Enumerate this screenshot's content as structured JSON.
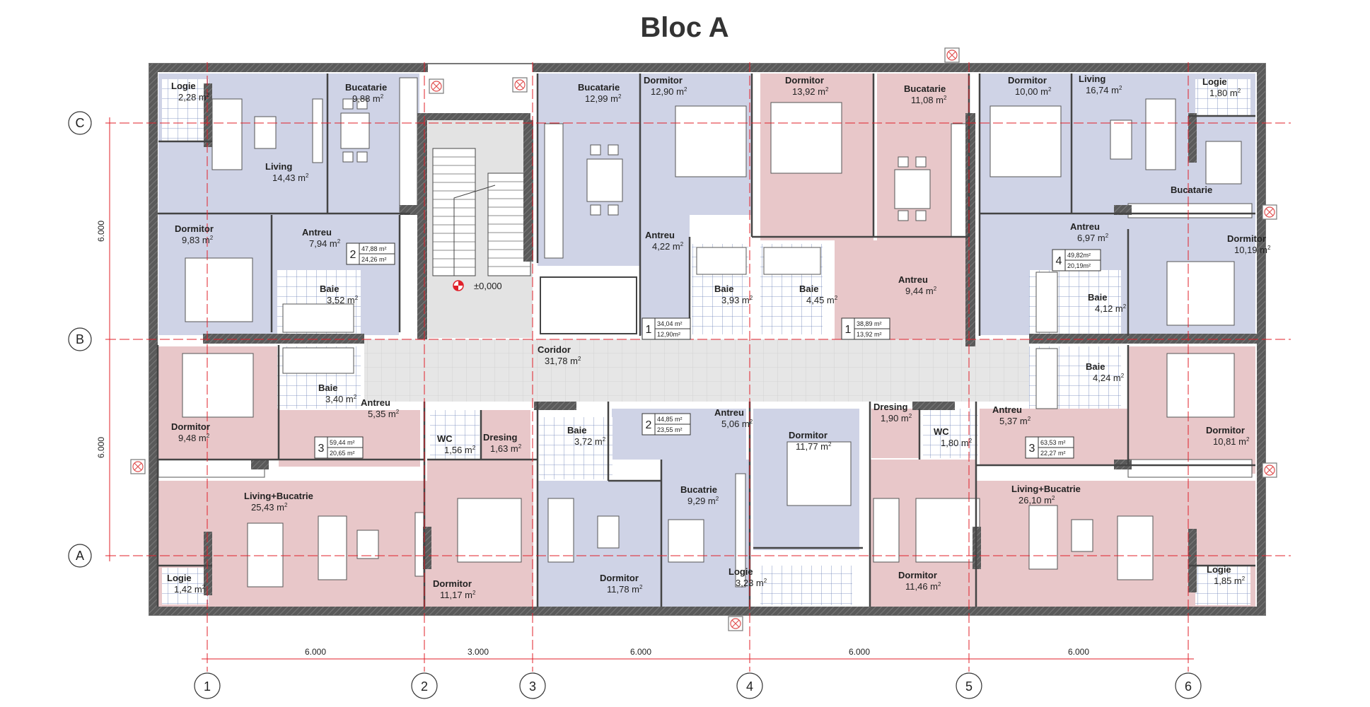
{
  "title": "Bloc A",
  "level_mark": "±0,000",
  "axes": {
    "rows": [
      "C",
      "B",
      "A"
    ],
    "columns": [
      "1",
      "2",
      "3",
      "4",
      "5",
      "6"
    ],
    "vertical_dims": [
      "6.000",
      "6.000"
    ],
    "horizontal_dims": [
      "6.000",
      "3.000",
      "6.000",
      "6.000",
      "6.000"
    ]
  },
  "rooms": [
    {
      "name": "Logie",
      "area": "2,28"
    },
    {
      "name": "Living",
      "area": "14,43"
    },
    {
      "name": "Bucatarie",
      "area": "9,88"
    },
    {
      "name": "Dormitor",
      "area": "9,83"
    },
    {
      "name": "Antreu",
      "area": "7,94"
    },
    {
      "name": "Baie",
      "area": "3,52"
    },
    {
      "name": "Bucatarie",
      "area": "12,99"
    },
    {
      "name": "Dormitor",
      "area": "12,90"
    },
    {
      "name": "Antreu",
      "area": "4,22"
    },
    {
      "name": "Baie",
      "area": "3,93"
    },
    {
      "name": "Dormitor",
      "area": "13,92"
    },
    {
      "name": "Baie",
      "area": "4,45"
    },
    {
      "name": "Bucatarie",
      "area": "11,08"
    },
    {
      "name": "Antreu",
      "area": "9,44"
    },
    {
      "name": "Dormitor",
      "area": "10,00"
    },
    {
      "name": "Living",
      "area": "16,74"
    },
    {
      "name": "Logie",
      "area": "1,80"
    },
    {
      "name": "Bucatarie",
      "area": ""
    },
    {
      "name": "Antreu",
      "area": "6,97"
    },
    {
      "name": "Dormitor",
      "area": "10,19"
    },
    {
      "name": "Baie",
      "area": "4,12"
    },
    {
      "name": "Coridor",
      "area": "31,78"
    },
    {
      "name": "Baie",
      "area": "3,40"
    },
    {
      "name": "Dormitor",
      "area": "9,48"
    },
    {
      "name": "Antreu",
      "area": "5,35"
    },
    {
      "name": "WC",
      "area": "1,56"
    },
    {
      "name": "Dresing",
      "area": "1,63"
    },
    {
      "name": "Baie",
      "area": "3,72"
    },
    {
      "name": "Antreu",
      "area": "5,06"
    },
    {
      "name": "Dormitor",
      "area": "11,77"
    },
    {
      "name": "Dresing",
      "area": "1,90"
    },
    {
      "name": "WC",
      "area": "1,80"
    },
    {
      "name": "Antreu",
      "area": "5,37"
    },
    {
      "name": "Baie",
      "area": "4,24"
    },
    {
      "name": "Dormitor",
      "area": "10,81"
    },
    {
      "name": "Living+Bucatrie",
      "area": "25,43"
    },
    {
      "name": "Bucatrie",
      "area": "9,29"
    },
    {
      "name": "Living+Bucatrie",
      "area": "26,10"
    },
    {
      "name": "Logie",
      "area": "1,42"
    },
    {
      "name": "Dormitor",
      "area": "11,17"
    },
    {
      "name": "Dormitor",
      "area": "11,78"
    },
    {
      "name": "Logie",
      "area": "3,23"
    },
    {
      "name": "Dormitor",
      "area": "11,46"
    },
    {
      "name": "Logie",
      "area": "1,85"
    }
  ],
  "area_unit": "m",
  "area_unit_exp": "2",
  "apartments": [
    {
      "rooms": "2",
      "total": "47,88 m²",
      "living": "24,26 m²"
    },
    {
      "rooms": "1",
      "total": "34,04 m²",
      "living": "12,90m²"
    },
    {
      "rooms": "1",
      "total": "38,89 m²",
      "living": "13,92 m²"
    },
    {
      "rooms": "4",
      "total": "49,82m²",
      "living": "20,19m²"
    },
    {
      "rooms": "3",
      "total": "59,44 m²",
      "living": "20,65 m²"
    },
    {
      "rooms": "2",
      "total": "44,85 m²",
      "living": "23,55 m²"
    },
    {
      "rooms": "3",
      "total": "63,53 m²",
      "living": "22,27 m²"
    }
  ],
  "colors": {
    "blue_zone": "#cfd3e6",
    "pink_zone": "#e8c7c9",
    "wall": "#595959",
    "corridor": "#e4e4e4",
    "axis_line": "#e0202a"
  }
}
